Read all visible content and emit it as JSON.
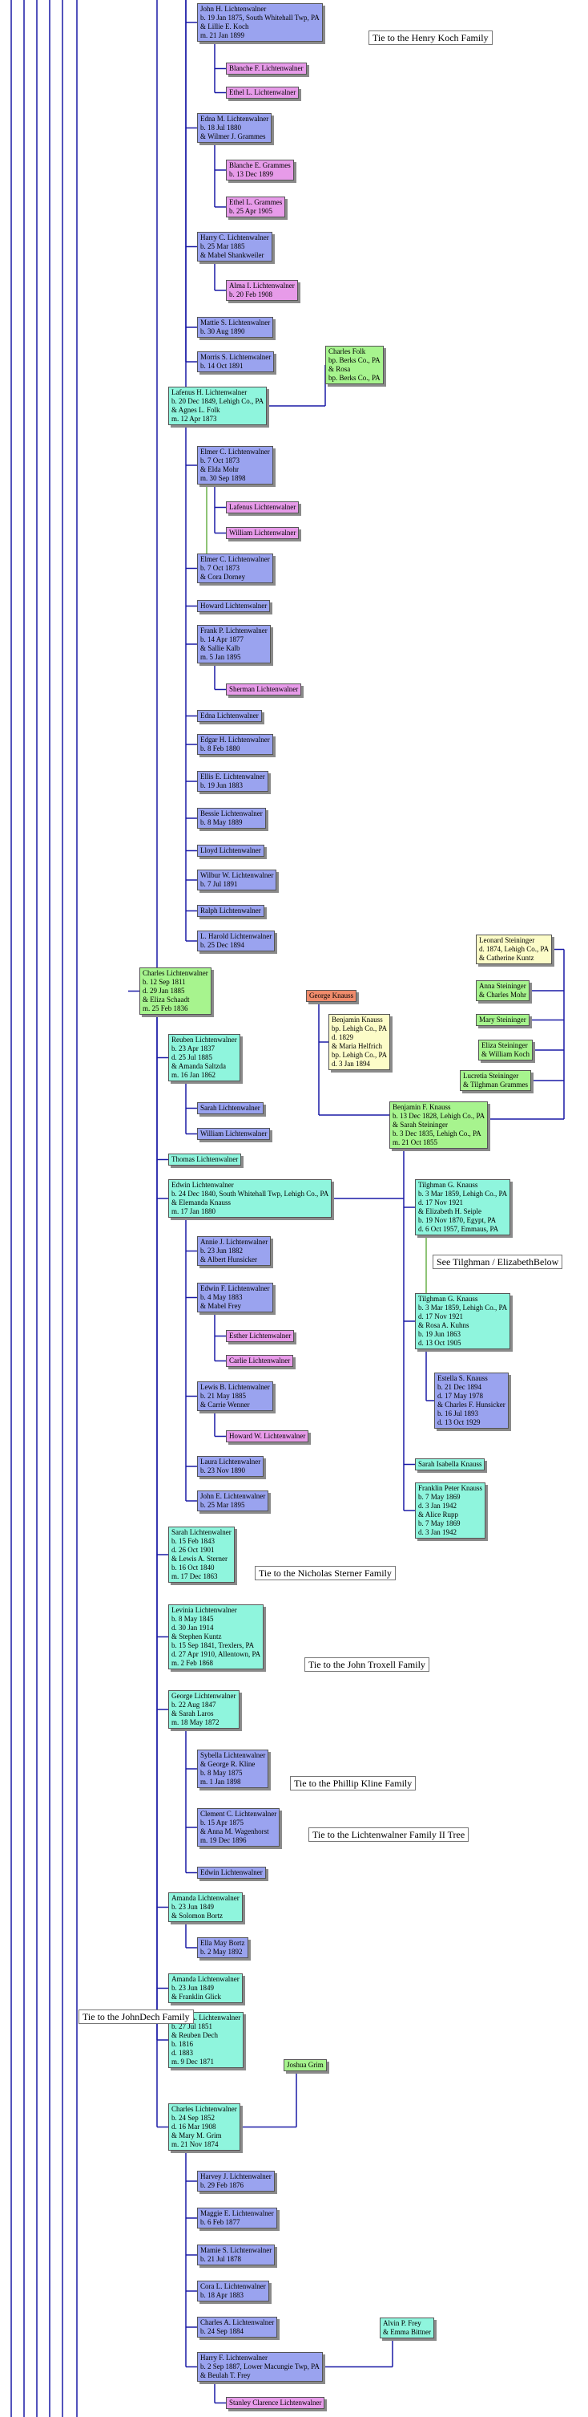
{
  "colors": {
    "line": "#1a1aa6",
    "blue": "#9aa3ef",
    "magenta": "#e79be9",
    "cyan": "#8ff5dd",
    "green": "#a7f48e",
    "yellow": "#fcfcc8",
    "orange": "#f08c6c"
  },
  "boxes": [
    {
      "id": "john-h",
      "cls": "blue",
      "lines": [
        "John H. Lichtenwalner",
        "b. 19 Jan 1875, South Whitehall Twp, PA",
        "& Lillie E. Koch",
        "m. 21 Jan 1899"
      ]
    },
    {
      "id": "blanche-f",
      "cls": "mag",
      "lines": [
        "Blanche F. Lichtenwalner"
      ]
    },
    {
      "id": "ethel-l",
      "cls": "mag",
      "lines": [
        "Ethel L. Lichtenwalner"
      ]
    },
    {
      "id": "edna-m",
      "cls": "blue",
      "lines": [
        "Edna M. Lichtenwalner",
        "b. 18 Jul 1880",
        "& Wilmer J. Grammes"
      ]
    },
    {
      "id": "blanche-e",
      "cls": "mag",
      "lines": [
        "Blanche E. Grammes",
        "b. 13 Dec 1899"
      ]
    },
    {
      "id": "ethel-g",
      "cls": "mag",
      "lines": [
        "Ethel L. Grammes",
        "b. 25 Apr 1905"
      ]
    },
    {
      "id": "harry-c",
      "cls": "blue",
      "lines": [
        "Harry C. Lichtenwalner",
        "b. 25 Mar 1885",
        "& Mabel Shankweiler"
      ]
    },
    {
      "id": "alma-i",
      "cls": "mag",
      "lines": [
        "Alma I. Lichtenwalner",
        "b. 20 Feb 1908"
      ]
    },
    {
      "id": "mattie-s",
      "cls": "blue",
      "lines": [
        "Mattie S. Lichtenwalner",
        "b. 30 Aug 1890"
      ]
    },
    {
      "id": "morris-s",
      "cls": "blue",
      "lines": [
        "Morris S. Lichtenwalner",
        "b. 14 Oct 1891"
      ]
    },
    {
      "id": "charles-folk",
      "cls": "green",
      "lines": [
        "Charles Folk",
        "bp. Berks Co., PA",
        "& Rosa",
        "bp. Berks Co., PA"
      ]
    },
    {
      "id": "lafenus-h",
      "cls": "cyan",
      "lines": [
        "Lafenus H. Lichtenwalner",
        "b. 20 Dec 1849, Lehigh Co., PA",
        "& Agnes L. Folk",
        "m. 12 Apr 1873"
      ]
    },
    {
      "id": "elmer-c1",
      "cls": "blue",
      "lines": [
        "Elmer C. Lichtenwalner",
        "b. 7 Oct 1873",
        "& Elda Mohr",
        "m. 30 Sep 1898"
      ]
    },
    {
      "id": "lafenus-l",
      "cls": "mag",
      "lines": [
        "Lafenus Lichtenwalner"
      ]
    },
    {
      "id": "william-l1",
      "cls": "mag",
      "lines": [
        "William Lichtenwalner"
      ]
    },
    {
      "id": "elmer-c2",
      "cls": "blue",
      "lines": [
        "Elmer C. Lichtenwalner",
        "b. 7 Oct 1873",
        "& Cora Dorney"
      ]
    },
    {
      "id": "howard-l",
      "cls": "blue",
      "lines": [
        "Howard Lichtenwalner"
      ]
    },
    {
      "id": "frank-p",
      "cls": "blue",
      "lines": [
        "Frank P. Lichtenwalner",
        "b. 14 Apr 1877",
        "& Sallie Kalb",
        "m. 5 Jan 1895"
      ]
    },
    {
      "id": "sherman-l",
      "cls": "mag",
      "lines": [
        "Sherman Lichtenwalner"
      ]
    },
    {
      "id": "edna-l",
      "cls": "blue",
      "lines": [
        "Edna Lichtenwalner"
      ]
    },
    {
      "id": "edgar-h",
      "cls": "blue",
      "lines": [
        "Edgar H. Lichtenwalner",
        "b. 8 Feb 1880"
      ]
    },
    {
      "id": "ellis-e",
      "cls": "blue",
      "lines": [
        "Ellis E. Lichtenwalner",
        "b. 19 Jun 1883"
      ]
    },
    {
      "id": "bessie-l",
      "cls": "blue",
      "lines": [
        "Bessie Lichtenwalner",
        "b. 8 May 1889"
      ]
    },
    {
      "id": "lloyd-l",
      "cls": "blue",
      "lines": [
        "Lloyd Lichtenwalner"
      ]
    },
    {
      "id": "wilbur-w",
      "cls": "blue",
      "lines": [
        "Wilbur W. Lichtenwalner",
        "b. 7 Jul 1891"
      ]
    },
    {
      "id": "ralph-l",
      "cls": "blue",
      "lines": [
        "Ralph Lichtenwalner"
      ]
    },
    {
      "id": "l-harold",
      "cls": "blue",
      "lines": [
        "L. Harold Lichtenwalner",
        "b. 25 Dec 1894"
      ]
    },
    {
      "id": "leonard-s",
      "cls": "yellow",
      "lines": [
        "Leonard Steininger",
        "d. 1874, Lehigh Co., PA",
        "& Catherine Kuntz"
      ]
    },
    {
      "id": "anna-s",
      "cls": "green",
      "lines": [
        "Anna Steininger",
        "& Charles Mohr"
      ]
    },
    {
      "id": "mary-s",
      "cls": "green",
      "lines": [
        "Mary Steininger"
      ]
    },
    {
      "id": "eliza-s",
      "cls": "green",
      "lines": [
        "Eliza Steininger",
        "& William Koch"
      ]
    },
    {
      "id": "lucretia-s",
      "cls": "green",
      "lines": [
        "Lucretia Steininger",
        "& Tilghman Grammes"
      ]
    },
    {
      "id": "charles-l",
      "cls": "green",
      "lines": [
        "Charles Lichtenwalner",
        "b. 12 Sep 1811",
        "d. 29 Jan 1885",
        "& Eliza Schaadt",
        "m. 25 Feb 1836"
      ]
    },
    {
      "id": "george-k",
      "cls": "orange",
      "lines": [
        "George Knauss"
      ]
    },
    {
      "id": "benjamin-k",
      "cls": "yellow",
      "lines": [
        "Benjamin Knauss",
        "bp. Lehigh Co., PA",
        "d. 1829",
        "& Maria Helfrich",
        "bp. Lehigh Co., PA",
        "d. 3 Jan 1894"
      ]
    },
    {
      "id": "reuben-l",
      "cls": "cyan",
      "lines": [
        "Reuben Lichtenwalner",
        "b. 23 Apr 1837",
        "d. 25 Jul 1885",
        "& Amanda Saltzda",
        "m. 16 Jan 1862"
      ]
    },
    {
      "id": "sarah-l1",
      "cls": "blue",
      "lines": [
        "Sarah Lichtenwalner"
      ]
    },
    {
      "id": "william-l2",
      "cls": "blue",
      "lines": [
        "William Lichtenwalner"
      ]
    },
    {
      "id": "benjamin-f",
      "cls": "green",
      "lines": [
        "Benjamin F. Knauss",
        "b. 13 Dec 1828, Lehigh Co., PA",
        "& Sarah Steininger",
        "b. 3 Dec 1835, Lehigh Co., PA",
        "m. 21 Oct 1855"
      ]
    },
    {
      "id": "thomas-l",
      "cls": "cyan",
      "lines": [
        "Thomas Lichtenwalner"
      ]
    },
    {
      "id": "edwin-l",
      "cls": "cyan",
      "lines": [
        "Edwin Lichtenwalner",
        "b. 24 Dec 1840, South Whitehall Twp, Lehigh Co., PA",
        "& Elemanda Knauss",
        "m. 17 Jan 1880"
      ]
    },
    {
      "id": "tilghman-g1",
      "cls": "cyan",
      "lines": [
        "Tilghman G. Knauss",
        "b. 3 Mar 1859, Lehigh Co., PA",
        "d. 17 Nov 1921",
        "& Elizabeth H. Seiple",
        "b. 19 Nov 1870, Egypt, PA",
        "d. 6 Oct 1957, Emmaus, PA"
      ]
    },
    {
      "id": "annie-j",
      "cls": "blue",
      "lines": [
        "Annie J. Lichtenwalner",
        "b. 23 Jun 1882",
        "& Albert Hunsicker"
      ]
    },
    {
      "id": "edwin-f",
      "cls": "blue",
      "lines": [
        "Edwin F. Lichtenwalner",
        "b. 4 May 1883",
        "& Mabel Frey"
      ]
    },
    {
      "id": "tilghman-g2",
      "cls": "cyan",
      "lines": [
        "Tilghman G. Knauss",
        "b. 3 Mar 1859, Lehigh Co., PA",
        "d. 17 Nov 1921",
        "& Rosa A. Kuhns",
        "b. 19 Jun 1863",
        "d. 13 Oct 1905"
      ]
    },
    {
      "id": "esther-l",
      "cls": "mag",
      "lines": [
        "Esther Lichtenwalner"
      ]
    },
    {
      "id": "carlie-l",
      "cls": "mag",
      "lines": [
        "Carlie Lichtenwalner"
      ]
    },
    {
      "id": "estella-s",
      "cls": "blue",
      "lines": [
        "Estella S. Knauss",
        "b. 21 Dec 1894",
        "d. 17 May 1978",
        "& Charles F. Hunsicker",
        "b. 16 Jul 1893",
        "d. 13 Oct 1929"
      ]
    },
    {
      "id": "lewis-b",
      "cls": "blue",
      "lines": [
        "Lewis B. Lichtenwalner",
        "b. 21 May 1885",
        "& Carrie Wenner"
      ]
    },
    {
      "id": "howard-w",
      "cls": "mag",
      "lines": [
        "Howard W. Lichtenwalner"
      ]
    },
    {
      "id": "sarah-isabella",
      "cls": "cyan",
      "lines": [
        "Sarah Isabella Knauss"
      ]
    },
    {
      "id": "laura-l",
      "cls": "blue",
      "lines": [
        "Laura Lichtenwalner",
        "b. 23 Nov 1890"
      ]
    },
    {
      "id": "franklin-p",
      "cls": "cyan",
      "lines": [
        "Franklin Peter Knauss",
        "b. 7 May 1869",
        "d. 3 Jan 1942",
        "& Alice Rupp",
        "b. 7 May 1869",
        "d. 3 Jan 1942"
      ]
    },
    {
      "id": "john-e",
      "cls": "blue",
      "lines": [
        "John E. Lichtenwalner",
        "b. 25 Mar 1895"
      ]
    },
    {
      "id": "sarah-l2",
      "cls": "cyan",
      "lines": [
        "Sarah Lichtenwalner",
        "b. 15 Feb 1843",
        "d. 26 Oct 1901",
        "& Lewis A. Sterner",
        "b. 16 Oct 1840",
        "m. 17 Dec 1863"
      ]
    },
    {
      "id": "levinia-l",
      "cls": "cyan",
      "lines": [
        "Levinia Lichtenwalner",
        "b. 8 May 1845",
        "d. 30 Jan 1914",
        "& Stephen Kuntz",
        "b. 15 Sep 1841, Trexlers, PA",
        "d. 27 Apr 1910, Allentown, PA",
        "m. 2 Feb 1868"
      ]
    },
    {
      "id": "george-l",
      "cls": "cyan",
      "lines": [
        "George Lichtenwalner",
        "b. 22 Aug 1847",
        "& Sarah Laros",
        "m. 18 May 1872"
      ]
    },
    {
      "id": "sybella-l",
      "cls": "blue",
      "lines": [
        "Sybella Lichtenwalner",
        "& George R. Kline",
        "b. 8 May 1875",
        "m. 1 Jan 1898"
      ]
    },
    {
      "id": "clement-c",
      "cls": "blue",
      "lines": [
        "Clement C. Lichtenwalner",
        "b. 15 Apr 1875",
        "& Anna M. Wagenhorst",
        "m. 19 Dec 1896"
      ]
    },
    {
      "id": "edwin-l2",
      "cls": "blue",
      "lines": [
        "Edwin Lichtenwalner"
      ]
    },
    {
      "id": "amanda-l1",
      "cls": "cyan",
      "lines": [
        "Amanda Lichtenwalner",
        "b. 23 Jun 1849",
        "& Solomon Bortz"
      ]
    },
    {
      "id": "ella-may",
      "cls": "blue",
      "lines": [
        "Ella May Bortz",
        "b. 2 May 1892"
      ]
    },
    {
      "id": "amanda-l2",
      "cls": "cyan",
      "lines": [
        "Amanda Lichtenwalner",
        "b. 23 Jun 1849",
        "& Franklin Glick"
      ]
    },
    {
      "id": "maria-a",
      "cls": "cyan",
      "lines": [
        "Maria A. Lichtenwalner",
        "b. 27 Jul 1851",
        "& Reuben Dech",
        "b. 1816",
        "d. 1883",
        "m. 9 Dec 1871"
      ]
    },
    {
      "id": "joshua-g",
      "cls": "green",
      "lines": [
        "Joshua Grim"
      ]
    },
    {
      "id": "charles-l2",
      "cls": "cyan",
      "lines": [
        "Charles Lichtenwalner",
        "b. 24 Sep 1852",
        "d. 16 Mar 1908",
        "& Mary M. Grim",
        "m. 21 Nov 1874"
      ]
    },
    {
      "id": "harvey-j",
      "cls": "blue",
      "lines": [
        "Harvey J. Lichtenwalner",
        "b. 29 Feb 1876"
      ]
    },
    {
      "id": "maggie-e",
      "cls": "blue",
      "lines": [
        "Maggie E. Lichtenwalner",
        "b. 6 Feb 1877"
      ]
    },
    {
      "id": "mamie-s",
      "cls": "blue",
      "lines": [
        "Mamie S. Lichtenwalner",
        "b. 21 Jul 1878"
      ]
    },
    {
      "id": "cora-l",
      "cls": "blue",
      "lines": [
        "Cora L. Lichtenwalner",
        "b. 18 Apr 1883"
      ]
    },
    {
      "id": "charles-a",
      "cls": "blue",
      "lines": [
        "Charles A. Lichtenwalner",
        "b. 24 Sep 1884"
      ]
    },
    {
      "id": "alvin-p",
      "cls": "cyan",
      "lines": [
        "Alvin P. Frey",
        "& Emma Bittner"
      ]
    },
    {
      "id": "harry-f",
      "cls": "blue",
      "lines": [
        "Harry F. Lichtenwalner",
        "b. 2 Sep 1887, Lower Macungie Twp, PA",
        "& Beulah T. Frey"
      ]
    },
    {
      "id": "stanley-c",
      "cls": "mag",
      "lines": [
        "Stanley Clarence Lichtenwalner"
      ]
    }
  ],
  "notes": [
    {
      "id": "tie-koch",
      "lines": [
        "Tie to the Henry Koch Family"
      ]
    },
    {
      "id": "see-tilghman",
      "lines": [
        "See Tilghman / Elizabeth",
        "Below"
      ]
    },
    {
      "id": "tie-sterner",
      "lines": [
        "Tie to the Nicholas Sterner Family"
      ]
    },
    {
      "id": "tie-troxell",
      "lines": [
        "Tie to the John Troxell Family"
      ]
    },
    {
      "id": "tie-kline",
      "lines": [
        "Tie to the Phillip Kline Family"
      ]
    },
    {
      "id": "tie-lichtenwalner-ii",
      "lines": [
        "Tie to the Lichtenwalner Family II Tree"
      ]
    },
    {
      "id": "tie-dech",
      "lines": [
        "Tie to the John",
        "Dech Family"
      ]
    }
  ]
}
